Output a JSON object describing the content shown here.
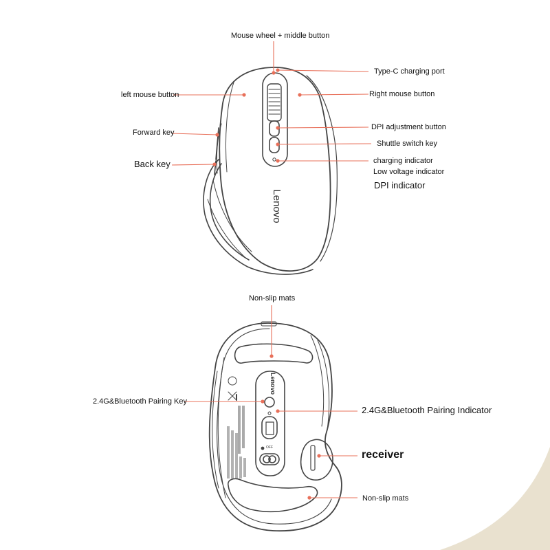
{
  "colors": {
    "leader": "#e8705a",
    "dot": "#e8705a",
    "outline": "#444444",
    "edge_tint": "#e9e1cf"
  },
  "top_view": {
    "brand": "Lenovo",
    "callouts": {
      "wheel": "Mouse wheel + middle button",
      "type_c": "Type-C charging port",
      "left_button": "left mouse button",
      "right_button": "Right mouse button",
      "forward_key": "Forward key",
      "dpi_button": "DPI adjustment button",
      "shuttle_key": "Shuttle switch key",
      "back_key": "Back key",
      "charging_indicator": "charging indicator",
      "low_voltage_indicator": "Low voltage indicator",
      "dpi_indicator": "DPI indicator"
    }
  },
  "bottom_view": {
    "brand": "Lenovo",
    "switch_off": "OFF",
    "callouts": {
      "nonslip_top": "Non-slip mats",
      "pairing_key": "2.4G&Bluetooth Pairing Key",
      "pairing_indicator": "2.4G&Bluetooth Pairing Indicator",
      "receiver": "receiver",
      "nonslip_bottom": "Non-slip mats"
    }
  }
}
